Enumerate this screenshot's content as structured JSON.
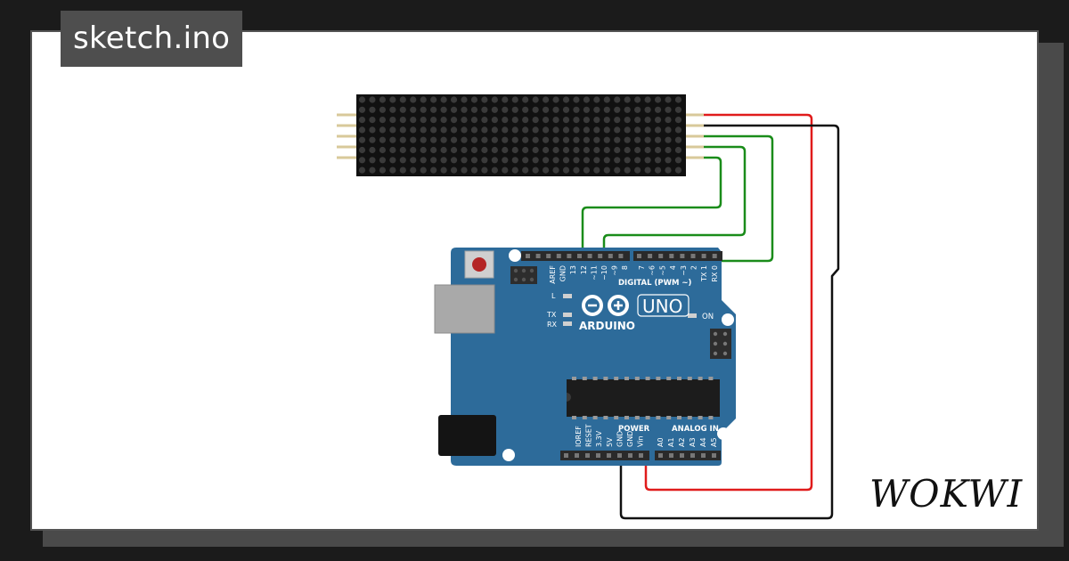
{
  "sketch": {
    "filename": "sketch.ino"
  },
  "brand": {
    "logo_text": "WOKWI"
  },
  "arduino": {
    "model": "UNO",
    "brand_label": "ARDUINO",
    "digital_header_label": "DIGITAL (PWM ~)",
    "power_label": "POWER",
    "analog_label": "ANALOG IN",
    "on_label": "ON",
    "led_labels": {
      "l": "L",
      "tx": "TX",
      "rx": "RX"
    },
    "top_pins_left": [
      "AREF",
      "GND",
      "13",
      "12",
      "~11",
      "~10",
      "~9",
      "8"
    ],
    "top_pins_right": [
      "7",
      "~6",
      "~5",
      "4",
      "~3",
      "2",
      "TX 1",
      "RX 0"
    ],
    "bottom_pins_power": [
      "IOREF",
      "RESET",
      "3.3V",
      "5V",
      "GND",
      "GND",
      "Vin"
    ],
    "bottom_pins_analog": [
      "A0",
      "A1",
      "A2",
      "A3",
      "A4",
      "A5"
    ]
  },
  "colors": {
    "board": "#2d6b9a",
    "matrix": "#111111",
    "wire_red": "#e01b1b",
    "wire_black": "#111111",
    "wire_green": "#1a8c1a",
    "badge_bg": "#4e4e4e"
  }
}
